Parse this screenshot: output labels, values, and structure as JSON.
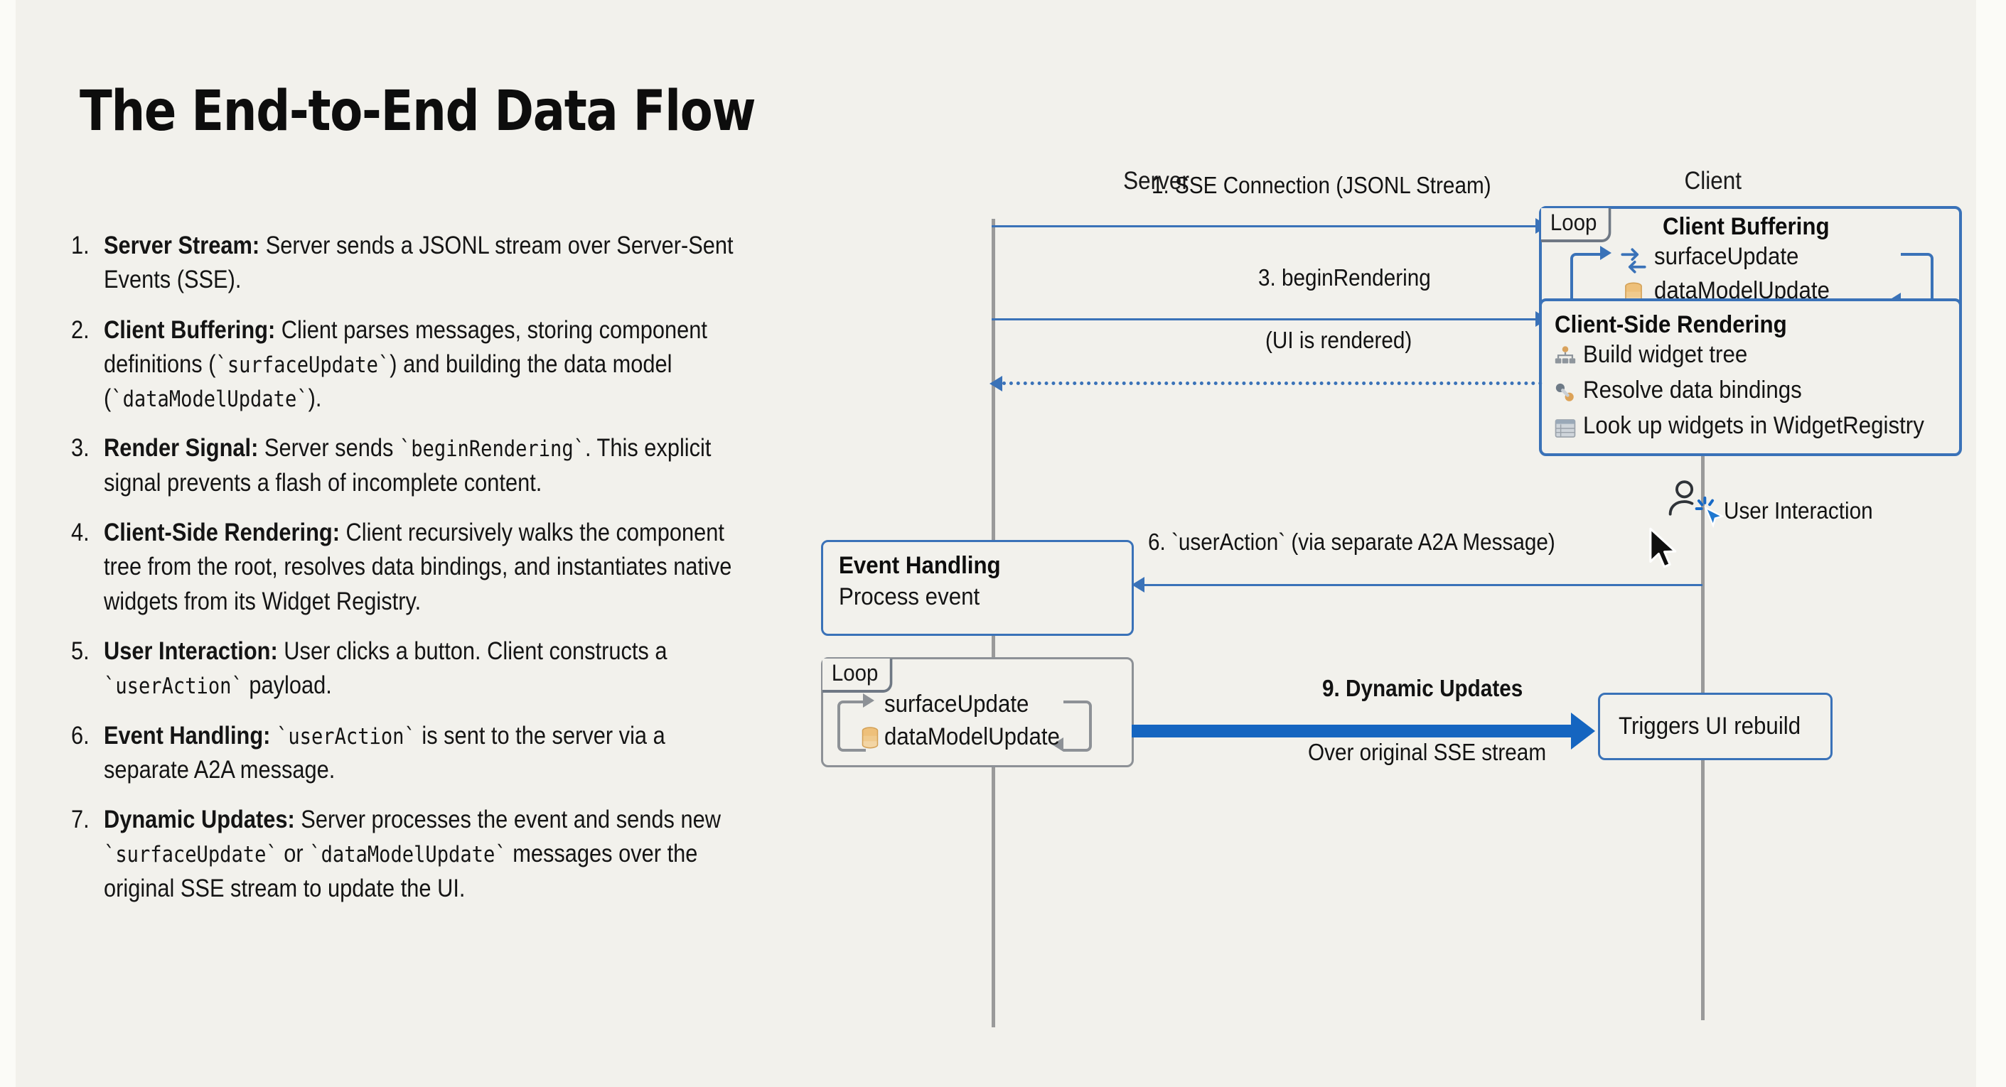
{
  "title": "The End-to-End Data Flow",
  "steps": [
    {
      "num": "1.",
      "bold": "Server Stream:",
      "text": " Server sends a JSONL stream over Server-Sent Events (SSE)."
    },
    {
      "num": "2.",
      "bold": "Client Buffering:",
      "text": " Client parses messages, storing component definitions (`surfaceUpdate`) and building the data model (`dataModelUpdate`)."
    },
    {
      "num": "3.",
      "bold": "Render Signal:",
      "text": " Server sends `beginRendering`. This explicit signal prevents a flash of incomplete content."
    },
    {
      "num": "4.",
      "bold": "Client-Side Rendering:",
      "text": " Client recursively walks the component tree from the root, resolves data bindings, and instantiates native widgets from its Widget Registry."
    },
    {
      "num": "5.",
      "bold": "User Interaction:",
      "text": " User clicks a button. Client constructs a `userAction` payload."
    },
    {
      "num": "6.",
      "bold": "Event Handling:",
      "text": " `userAction` is sent to the server via a separate A2A message."
    },
    {
      "num": "7.",
      "bold": "Dynamic Updates:",
      "text": " Server processes the event and sends new `surfaceUpdate` or `dataModelUpdate` messages over the original SSE stream to update the UI."
    }
  ],
  "diagram": {
    "lanes": {
      "server": "Server",
      "client": "Client"
    },
    "messages": {
      "sse_connection": "1. SSE Connection (JSONL Stream)",
      "begin_rendering": "3. beginRendering",
      "ui_rendered": "(UI is rendered)",
      "user_action": "6. `userAction` (via separate A2A Message)",
      "dynamic_updates": "9. Dynamic Updates",
      "dynamic_updates_sub": "Over original SSE stream"
    },
    "client_buffering": {
      "loop_label": "Loop",
      "title": "Client Buffering",
      "item_surface": "surfaceUpdate",
      "item_datamodel": "dataModelUpdate"
    },
    "client_rendering": {
      "title": "Client-Side Rendering",
      "item_build": "Build widget tree",
      "item_resolve": "Resolve data bindings",
      "item_lookup": "Look up widgets in WidgetRegistry"
    },
    "user_interaction": {
      "label": "User Interaction"
    },
    "event_handling": {
      "title": "Event Handling",
      "subtitle": "Process event"
    },
    "server_loop": {
      "loop_label": "Loop",
      "item_surface": "surfaceUpdate",
      "item_datamodel": "dataModelUpdate"
    },
    "ui_rebuild": {
      "label": "Triggers UI rebuild"
    }
  },
  "colors": {
    "background": "#f2f1ec",
    "accent_blue": "#3a72b8",
    "strong_blue": "#1565c0",
    "lifeline_gray": "#9a9a9a",
    "db_orange": "#e8b465",
    "text": "#141414"
  }
}
